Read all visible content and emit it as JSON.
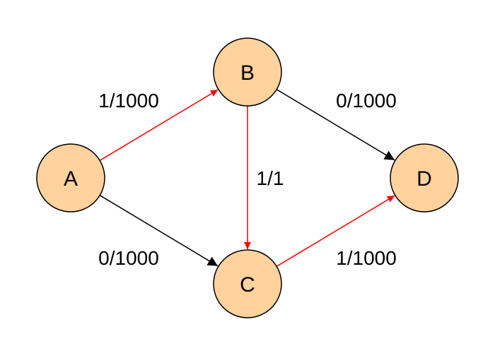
{
  "colors": {
    "node_fill": "#ffd29e",
    "node_stroke": "#000000",
    "flow_edge": "#ff0000",
    "idle_edge": "#000000"
  },
  "nodes": [
    {
      "id": "A",
      "label": "A"
    },
    {
      "id": "B",
      "label": "B"
    },
    {
      "id": "C",
      "label": "C"
    },
    {
      "id": "D",
      "label": "D"
    }
  ],
  "edges": [
    {
      "id": "ab",
      "from": "A",
      "to": "B",
      "label": "1/1000",
      "active": true
    },
    {
      "id": "ac",
      "from": "A",
      "to": "C",
      "label": "0/1000",
      "active": false
    },
    {
      "id": "bc",
      "from": "B",
      "to": "C",
      "label": "1/1",
      "active": true
    },
    {
      "id": "bd",
      "from": "B",
      "to": "D",
      "label": "0/1000",
      "active": false
    },
    {
      "id": "cd",
      "from": "C",
      "to": "D",
      "label": "1/1000",
      "active": true
    }
  ]
}
